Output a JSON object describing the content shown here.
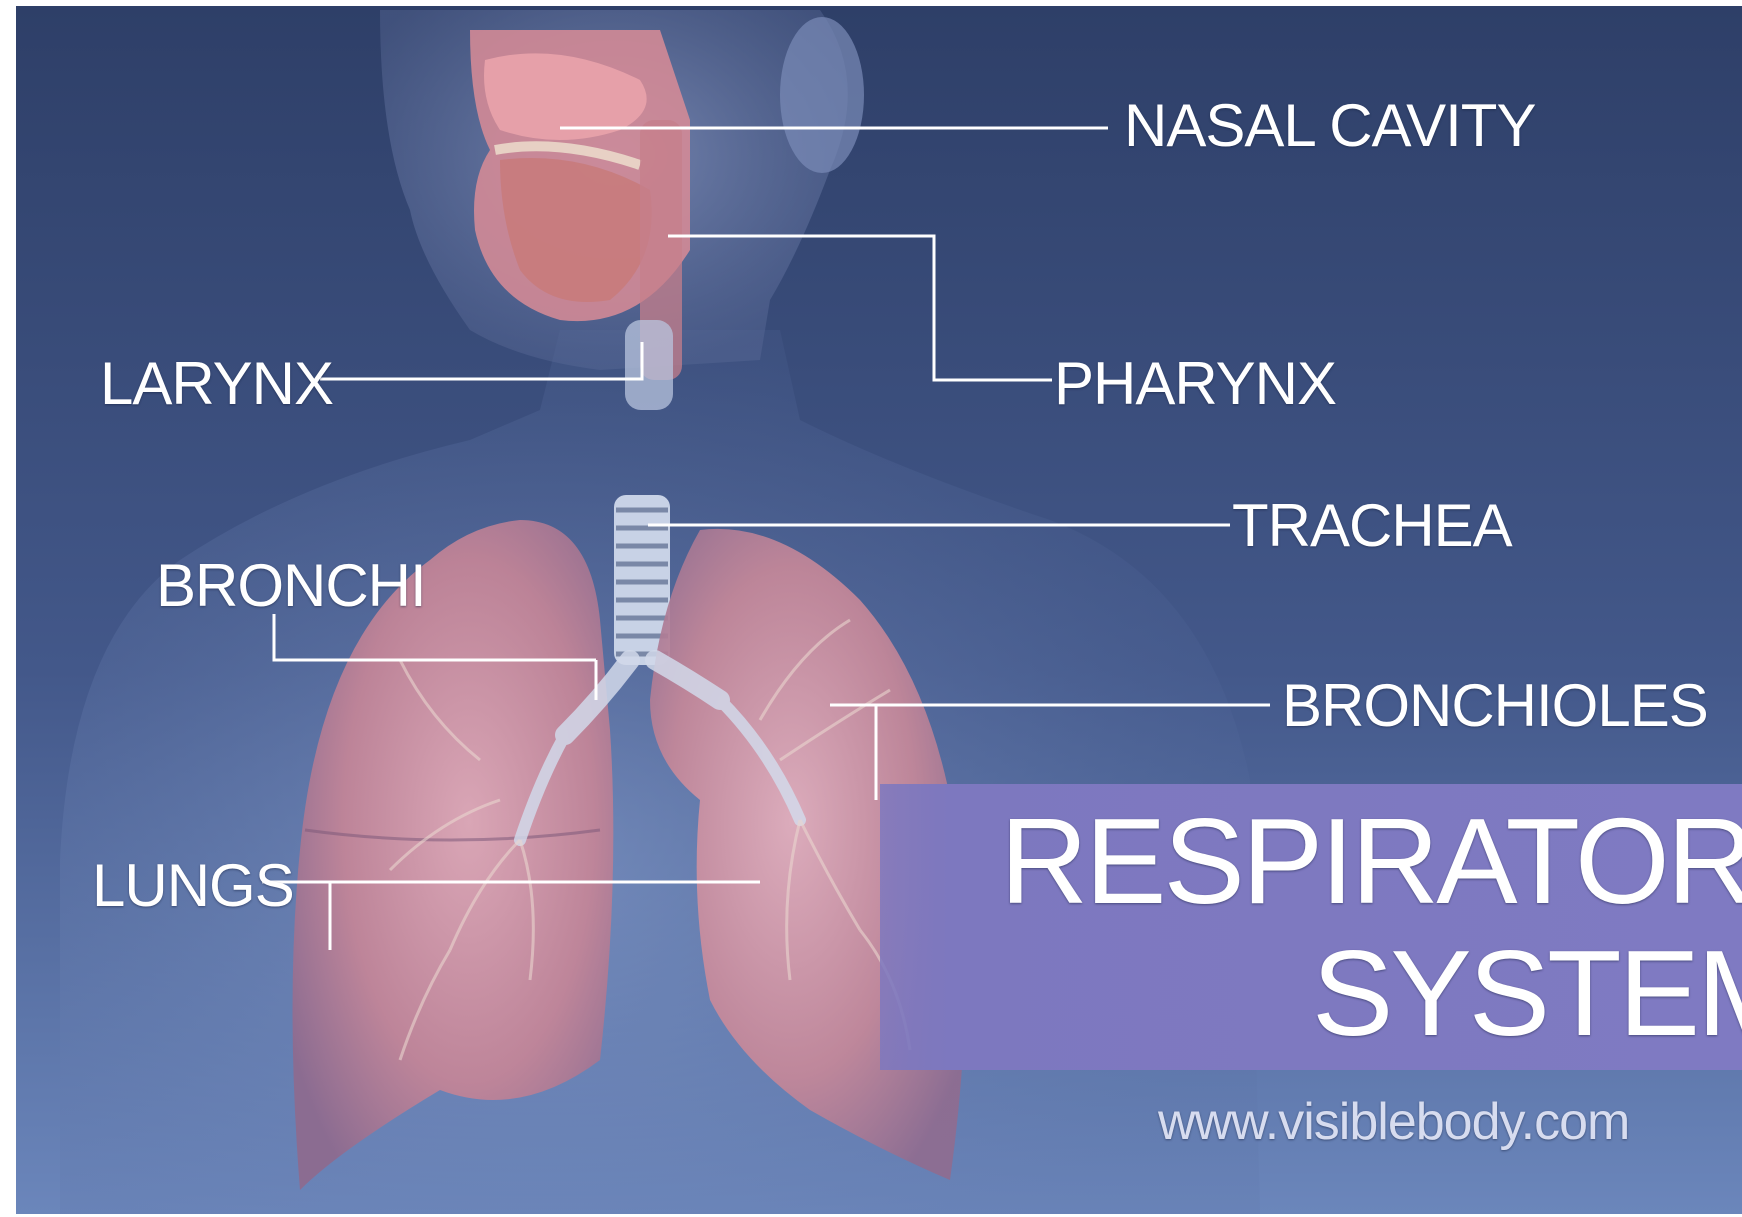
{
  "labels": {
    "nasal_cavity": "NASAL CAVITY",
    "pharynx": "PHARYNX",
    "larynx": "LARYNX",
    "trachea": "TRACHEA",
    "bronchi": "BRONCHI",
    "bronchioles": "BRONCHIOLES",
    "lungs": "LUNGS"
  },
  "title": {
    "line1": "RESPIRATORY",
    "line2": "SYSTEM"
  },
  "website": "www.visiblebody.com",
  "colors": {
    "background_dark": "#2f4068",
    "background_mid": "#4a5f8c",
    "title_banner": "#7d78bf",
    "label_text": "#ffffff",
    "leader_line": "#ffffff",
    "lung_tissue": "#c98a9a",
    "trachea": "#c8d2e6"
  }
}
